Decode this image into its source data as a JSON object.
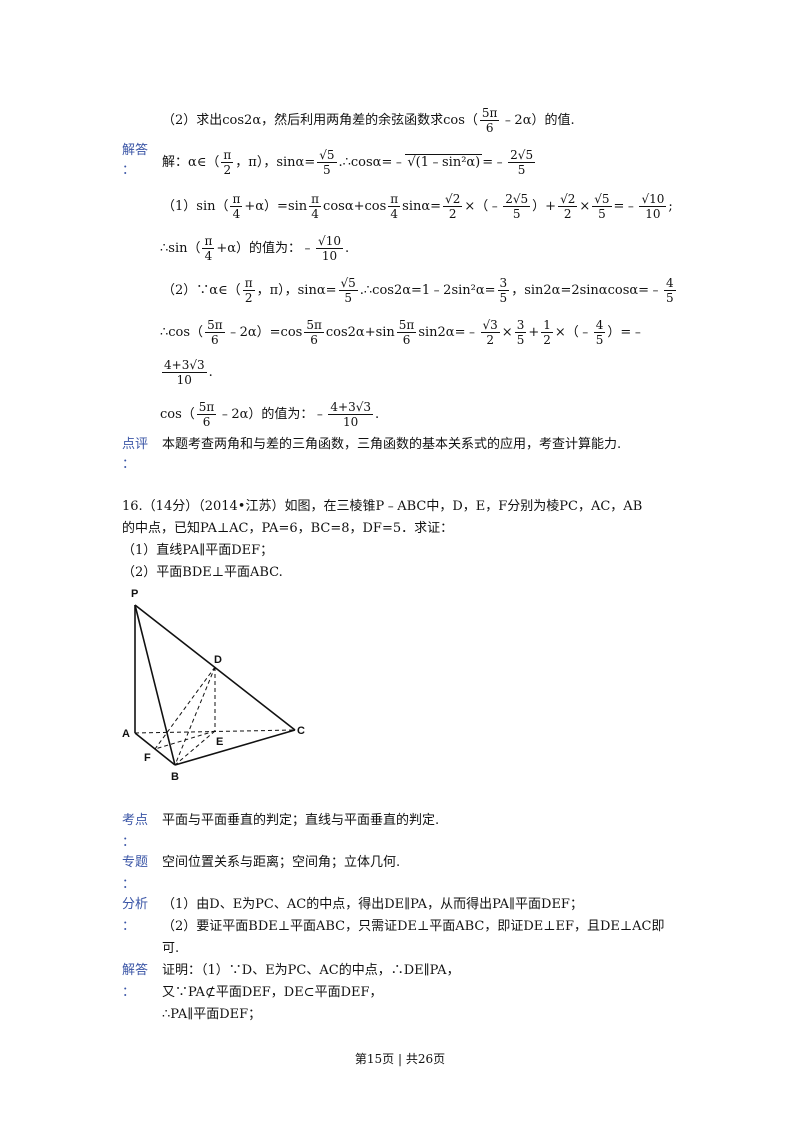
{
  "part2_hint": [
    "（2）求出cos2α，然后利用两角差的余弦函数求cos（",
    "5π",
    "6",
    "﹣2α）的值."
  ],
  "labels": {
    "answer": "解答",
    "comment": "点评",
    "testpoint": "考点",
    "topic": "专题",
    "analysis": "分析",
    "colon": "："
  },
  "sol1": {
    "l0": [
      "解：α∈（",
      "π",
      "2",
      "，π），sinα=",
      "√5",
      "5",
      ".∴cosα=﹣",
      "√(1﹣sin²α)",
      "=﹣",
      "2√5",
      "5"
    ],
    "l1": [
      "（1）sin（",
      "π",
      "4",
      "+α）=sin",
      "π",
      "4",
      "cosα+cos",
      "π",
      "4",
      "sinα=",
      "√2",
      "2",
      "×（﹣",
      "2√5",
      "5",
      "）+",
      "√2",
      "2",
      "×",
      "√5",
      "5",
      "=﹣",
      "√10",
      "10",
      ";"
    ],
    "l2": [
      "∴sin（",
      "π",
      "4",
      "+α）的值为：﹣",
      "√10",
      "10",
      "."
    ],
    "l3": [
      "（2）∵α∈（",
      "π",
      "2",
      "，π），sinα=",
      "√5",
      "5",
      ".∴cos2α=1﹣2sin²α=",
      "3",
      "5",
      "，sin2α=2sinαcosα=﹣",
      "4",
      "5"
    ],
    "l4": [
      "∴cos（",
      "5π",
      "6",
      "﹣2α）=cos",
      "5π",
      "6",
      "cos2α+sin",
      "5π",
      "6",
      "sin2α=",
      "﹣",
      "√3",
      "2",
      "×",
      "3",
      "5",
      "+",
      "1",
      "2",
      "×（﹣",
      "4",
      "5",
      "）=﹣"
    ],
    "l5": [
      "4+3√3",
      "10",
      "."
    ],
    "l6": [
      "cos（",
      "5π",
      "6",
      "﹣2α）的值为：﹣",
      "4+3√3",
      "10",
      "."
    ]
  },
  "comment_text": "本题考查两角和与差的三角函数，三角函数的基本关系式的应用，考查计算能力.",
  "q16": {
    "l1": "16.（14分）（2014•江苏）如图，在三棱锥P﹣ABC中，D，E，F分别为棱PC，AC，AB",
    "l2": "的中点，已知PA⊥AC，PA=6，BC=8，DF=5．求证：",
    "l3": "（1）直线PA∥平面DEF；",
    "l4": "（2）平面BDE⊥平面ABC."
  },
  "figure": {
    "P": "P",
    "A": "A",
    "B": "B",
    "C": "C",
    "D": "D",
    "E": "E",
    "F": "F"
  },
  "testpoint_text": "平面与平面垂直的判定；直线与平面垂直的判定.",
  "topic_text": "空间位置关系与距离；空间角；立体几何.",
  "analysis": {
    "l1": "（1）由D、E为PC、AC的中点，得出DE∥PA，从而得出PA∥平面DEF；",
    "l2": "（2）要证平面BDE⊥平面ABC，只需证DE⊥平面ABC，即证DE⊥EF，且DE⊥AC即",
    "l3": "可."
  },
  "proof": {
    "l1": "证明：（1）∵D、E为PC、AC的中点，∴DE∥PA，",
    "l2": "又∵PA⊄平面DEF，DE⊂平面DEF，",
    "l3": "∴PA∥平面DEF；"
  },
  "footer": "第15页 | 共26页"
}
